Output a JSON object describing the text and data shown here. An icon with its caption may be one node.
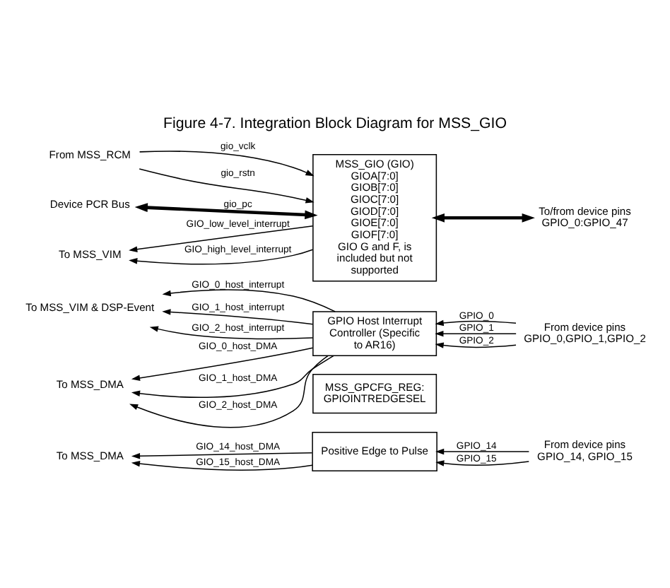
{
  "diagram": {
    "title": "Figure 4-7. Integration Block Diagram for MSS_GIO",
    "nodes": [
      {
        "text": [
          "MSS_GIO (GIO)",
          "GIOA[7:0]",
          "GIOB[7:0]",
          "GIOC[7:0]",
          "GIOD[7:0]",
          "GIOE[7:0]",
          "GIOF[7:0]",
          "GIO G and F, is included but not supported"
        ]
      },
      {
        "text": [
          "From MSS_RCM"
        ]
      },
      {
        "text": [
          "Device PCR Bus"
        ]
      },
      {
        "text": [
          "To MSS_VIM"
        ]
      },
      {
        "text": [
          "To/from device pins GPIO_0:GPIO_47"
        ]
      },
      {
        "text": [
          "GPIO Host Interrupt Controller (Specific to AR16)"
        ]
      },
      {
        "text": [
          "MSS_GPCFG_REG: GPIOINTREDGESEL"
        ]
      },
      {
        "text": [
          "To MSS_VIM & DSP-Event"
        ]
      },
      {
        "text": [
          "To MSS_DMA"
        ]
      },
      {
        "text": [
          "From device pins GPIO_0,GPIO_1,GPIO_2"
        ]
      },
      {
        "text": [
          "Positive Edge to Pulse"
        ]
      },
      {
        "text": [
          "To MSS_DMA"
        ]
      },
      {
        "text": [
          "From device pins GPIO_14, GPIO_15"
        ]
      }
    ],
    "edges": [
      {
        "from": 1,
        "to": 0,
        "arrow": "to",
        "label": "gio_vclk"
      },
      {
        "from": 1,
        "to": 0,
        "arrow": "to",
        "label": "gio_rstn"
      },
      {
        "from": 2,
        "to": 0,
        "arrow": "both",
        "label": "gio_pc",
        "style": "thick"
      },
      {
        "from": 0,
        "to": 3,
        "arrow": "to",
        "label": "GIO_low_level_interrupt"
      },
      {
        "from": 0,
        "to": 3,
        "arrow": "to",
        "label": "GIO_high_level_interrupt"
      },
      {
        "from": 0,
        "to": 4,
        "arrow": "both",
        "style": "thick"
      },
      {
        "from": 5,
        "to": 7,
        "arrow": "to",
        "label": "GIO_0_host_interrupt"
      },
      {
        "from": 5,
        "to": 7,
        "arrow": "to",
        "label": "GIO_1_host_interrupt"
      },
      {
        "from": 5,
        "to": 7,
        "arrow": "to",
        "label": "GIO_2_host_interrupt"
      },
      {
        "from": 5,
        "to": 8,
        "arrow": "to",
        "label": "GIO_0_host_DMA"
      },
      {
        "from": 5,
        "to": 8,
        "arrow": "to",
        "label": "GIO_1_host_DMA"
      },
      {
        "from": 5,
        "to": 8,
        "arrow": "to",
        "label": "GIO_2_host_DMA"
      },
      {
        "from": 9,
        "to": 5,
        "arrow": "to",
        "label": "GPIO_0"
      },
      {
        "from": 9,
        "to": 5,
        "arrow": "to",
        "label": "GPIO_1"
      },
      {
        "from": 9,
        "to": 5,
        "arrow": "to",
        "label": "GPIO_2"
      },
      {
        "from": 10,
        "to": 11,
        "arrow": "to",
        "label": "GIO_14_host_DMA"
      },
      {
        "from": 10,
        "to": 11,
        "arrow": "to",
        "label": "GIO_15_host_DMA"
      },
      {
        "from": 12,
        "to": 10,
        "arrow": "to",
        "label": "GPIO_14"
      },
      {
        "from": 12,
        "to": 10,
        "arrow": "to",
        "label": "GPIO_15"
      }
    ]
  }
}
